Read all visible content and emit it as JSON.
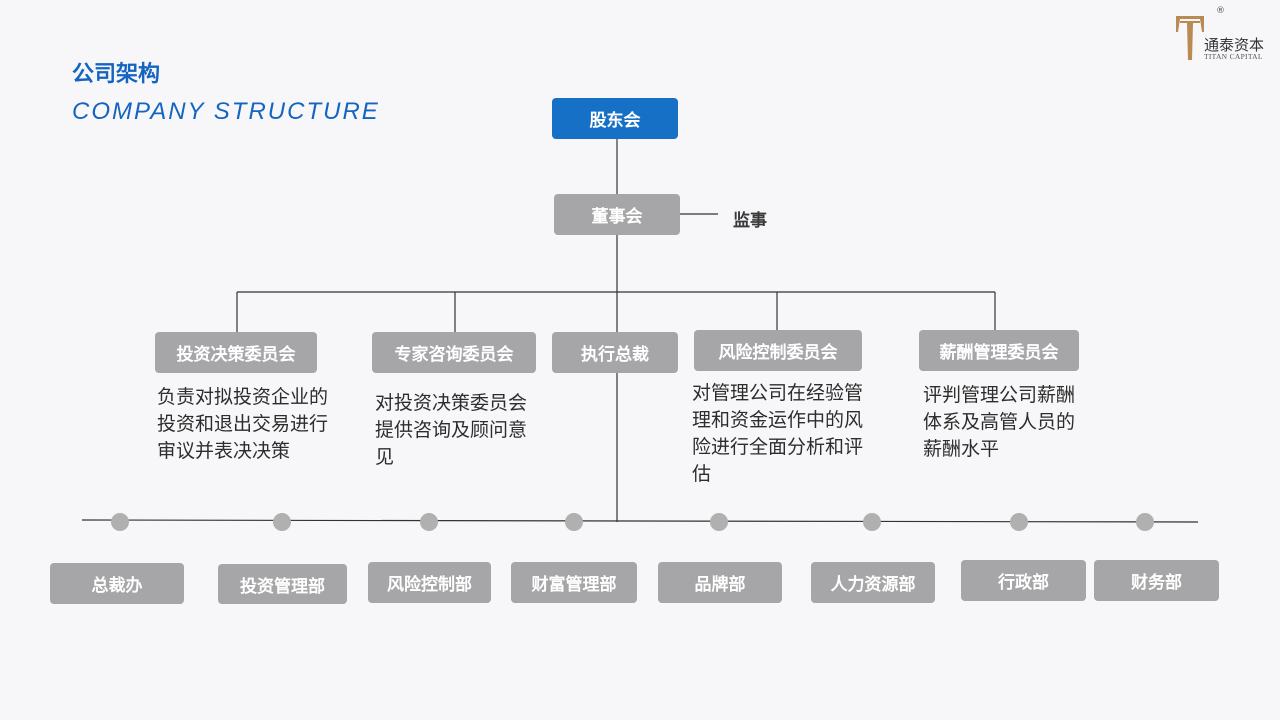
{
  "header": {
    "title_cn": "公司架构",
    "title_en": "COMPANY STRUCTURE"
  },
  "logo": {
    "name_cn": "通泰资本",
    "name_en": "TITAN CAPITAL",
    "mark": "®",
    "color": "#b98a52"
  },
  "nodes": {
    "shareholders": "股东会",
    "board": "董事会",
    "supervisor": "监事",
    "ceo": "执行总裁"
  },
  "committees": [
    {
      "name": "投资决策委员会",
      "desc": "负责对拟投资企业的投资和退出交易进行审议并表决决策"
    },
    {
      "name": "专家咨询委员会",
      "desc": "对投资决策委员会提供咨询及顾问意见"
    },
    {
      "name": "风险控制委员会",
      "desc": "对管理公司在经验管理和资金运作中的风险进行全面分析和评估"
    },
    {
      "name": "薪酬管理委员会",
      "desc": "评判管理公司薪酬体系及高管人员的薪酬水平"
    }
  ],
  "departments": [
    "总裁办",
    "投资管理部",
    "风险控制部",
    "财富管理部",
    "品牌部",
    "人力资源部",
    "行政部",
    "财务部"
  ],
  "colors": {
    "accent": "#1570c6",
    "box_gray": "#a6a6a8",
    "line": "#333333",
    "dot": "#b0b0b0"
  }
}
